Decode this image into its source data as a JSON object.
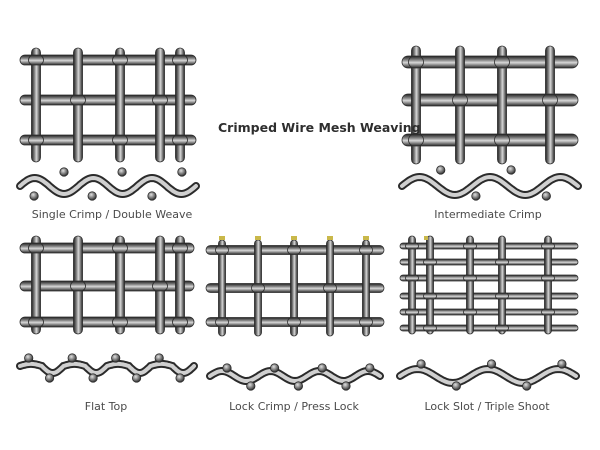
{
  "title": "Crimped Wire Mesh Weaving",
  "weaves": [
    {
      "id": "single",
      "label": "Single Crimp / Double Weave"
    },
    {
      "id": "intermediate",
      "label": "Intermediate Crimp"
    },
    {
      "id": "flattop",
      "label": "Flat Top"
    },
    {
      "id": "lock",
      "label": "Lock Crimp / Press Lock"
    },
    {
      "id": "lockslot",
      "label": "Lock Slot / Triple Shoot"
    }
  ],
  "colors": {
    "wire_dark": "#2b2b2b",
    "wire_mid": "#6e6e6e",
    "wire_light": "#d0d0d0",
    "caption": "#4a4a4a",
    "title": "#2e2e2e",
    "crimp_tip": "#c9b84a"
  }
}
